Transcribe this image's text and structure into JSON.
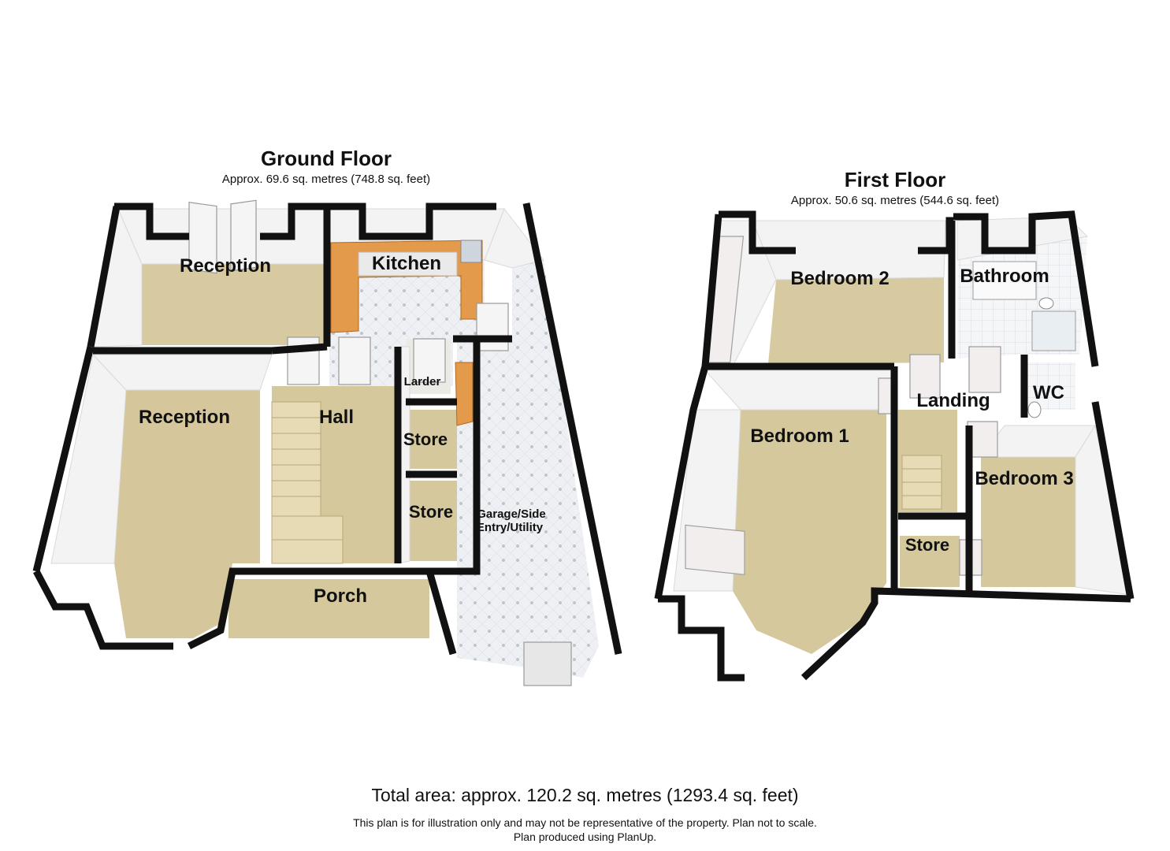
{
  "ground_floor": {
    "title": "Ground Floor",
    "area": "Approx. 69.6 sq. metres (748.8 sq. feet)",
    "rooms": {
      "reception_rear": "Reception",
      "kitchen": "Kitchen",
      "reception_front": "Reception",
      "hall": "Hall",
      "larder": "Larder",
      "store_1": "Store",
      "store_2": "Store",
      "garage_line1": "Garage/Side",
      "garage_line2": "Entry/Utility",
      "porch": "Porch"
    }
  },
  "first_floor": {
    "title": "First Floor",
    "area": "Approx. 50.6 sq. metres (544.6 sq. feet)",
    "rooms": {
      "bedroom_2": "Bedroom 2",
      "bathroom": "Bathroom",
      "bedroom_1": "Bedroom 1",
      "landing": "Landing",
      "wc": "WC",
      "bedroom_3": "Bedroom 3",
      "store": "Store"
    }
  },
  "footer": {
    "total": "Total area: approx. 120.2 sq. metres (1293.4 sq. feet)",
    "disclaimer": "This plan is for illustration only and may not be representative of the property. Plan not to scale.",
    "credit": "Plan produced using PlanUp."
  },
  "colors": {
    "wall": "#111111",
    "wall_inner": "#f2f2f2",
    "carpet": "#d8caa0",
    "tile": "#eef0f3",
    "kitchen_counter": "#e39a4b"
  }
}
